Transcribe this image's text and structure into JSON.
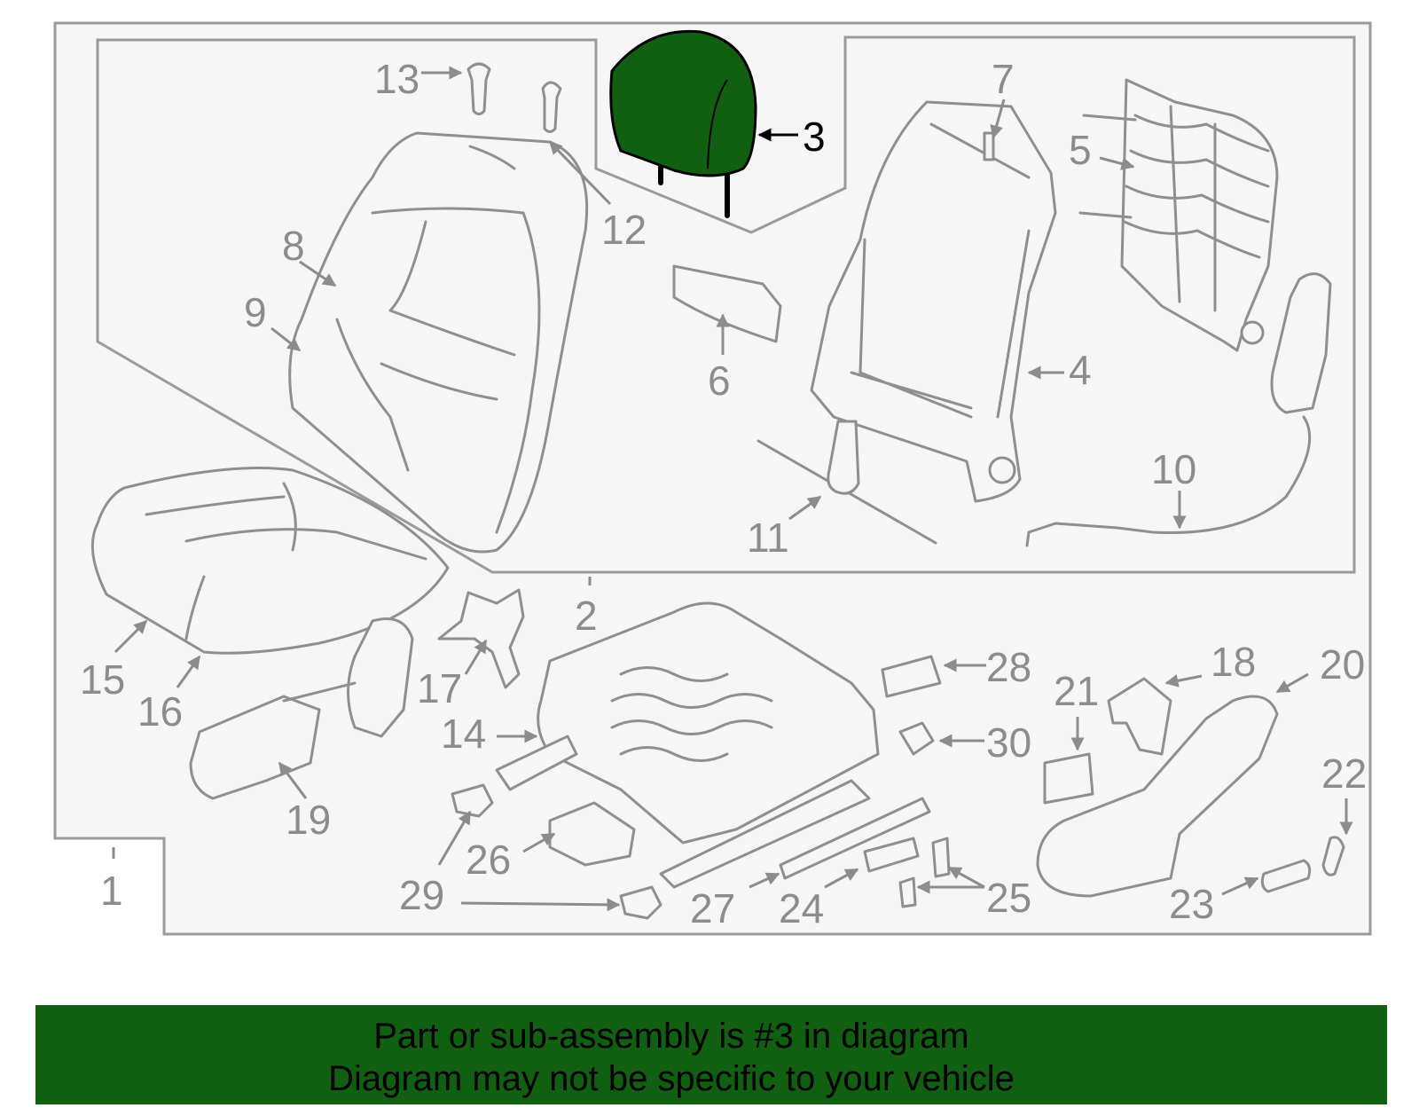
{
  "diagram": {
    "highlight_color": "#116011",
    "highlighted_part": "3",
    "callouts": [
      "1",
      "2",
      "3",
      "4",
      "5",
      "6",
      "7",
      "8",
      "9",
      "10",
      "11",
      "12",
      "13",
      "14",
      "15",
      "16",
      "17",
      "18",
      "19",
      "20",
      "21",
      "22",
      "23",
      "24",
      "25",
      "26",
      "27",
      "28",
      "29",
      "30"
    ]
  },
  "banner": {
    "line1": "Part or sub-assembly is #3 in diagram",
    "line2": "Diagram may not be specific to your vehicle",
    "color": "#116011"
  }
}
